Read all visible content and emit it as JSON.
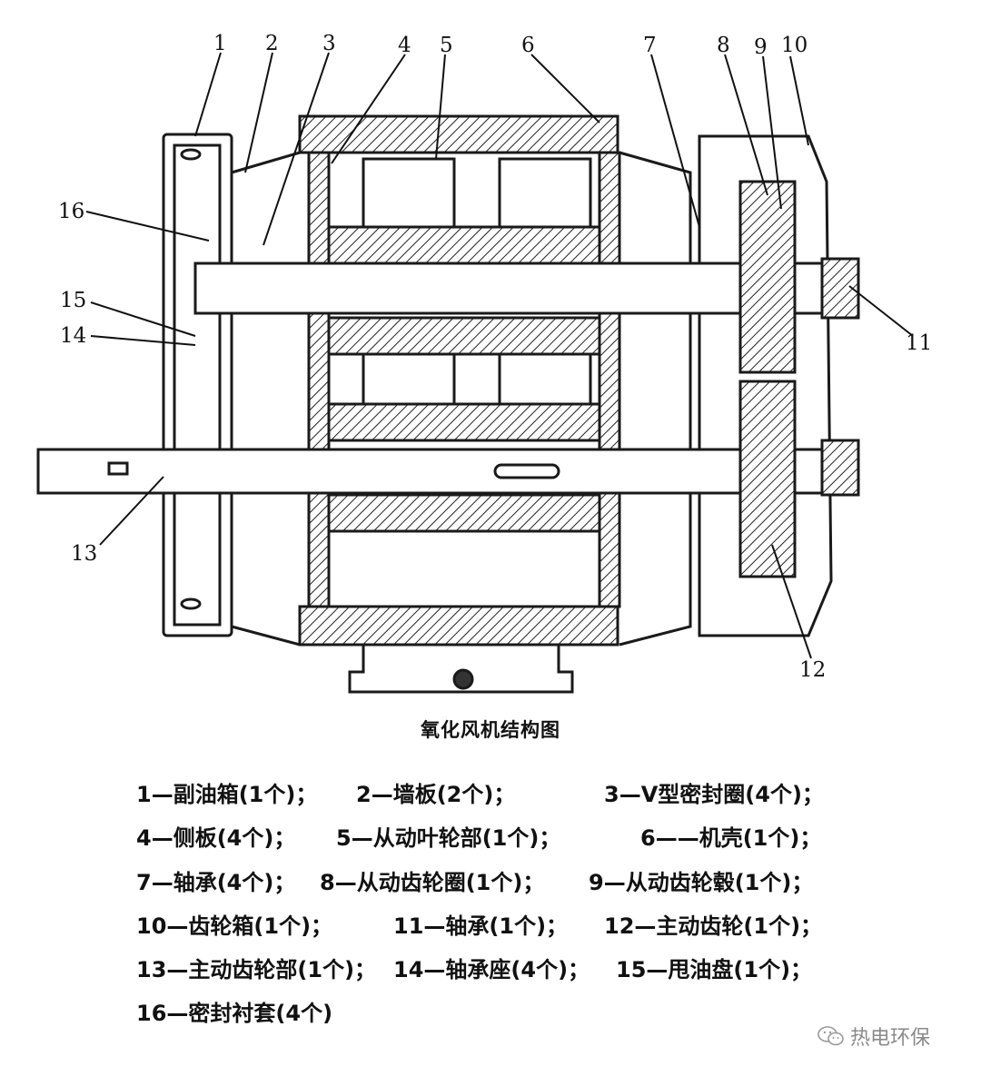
{
  "diagram": {
    "part_numbers": [
      "1",
      "2",
      "3",
      "4",
      "5",
      "6",
      "7",
      "8",
      "9",
      "10",
      "11",
      "12",
      "13",
      "14",
      "15",
      "16"
    ]
  },
  "caption": "氧化风机结构图",
  "legend": [
    [
      "1—副油箱(1个)；",
      "2—墙板(2个)；",
      "3—V型密封圈(4个)；"
    ],
    [
      "4—侧板(4个)；",
      "5—从动叶轮部(1个)；",
      "6——机壳(1个)；"
    ],
    [
      "7—轴承(4个)；",
      "8—从动齿轮圈(1个)；",
      "9—从动齿轮毂(1个)；"
    ],
    [
      "10—齿轮箱(1个)；",
      "11—轴承(1个)；",
      "12—主动齿轮(1个)；"
    ],
    [
      "13—主动齿轮部(1个)；",
      "14—轴承座(4个)；",
      "15—甩油盘(1个)；"
    ],
    [
      "16—密封衬套(4个)"
    ]
  ],
  "watermark": {
    "text": "热电环保",
    "icon": "wechat-icon"
  }
}
